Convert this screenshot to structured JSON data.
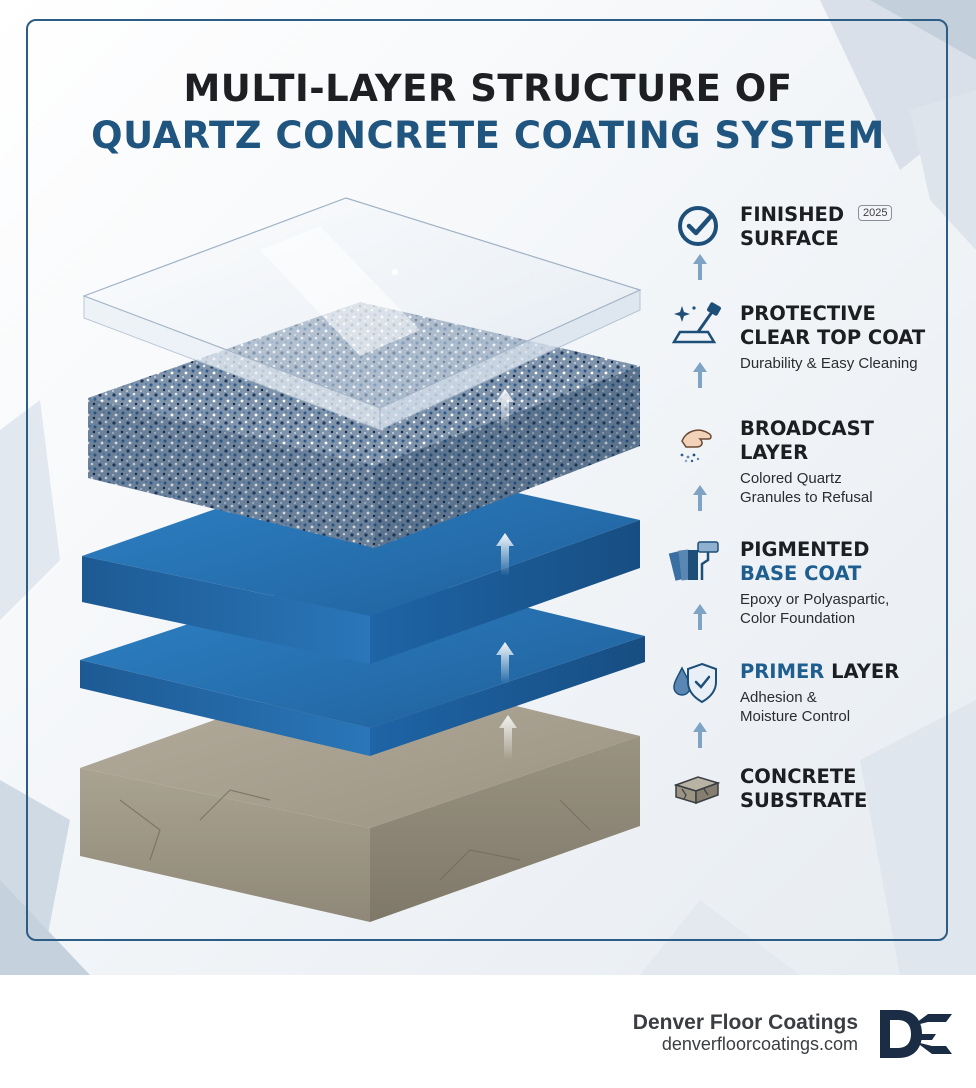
{
  "title": {
    "line1": "MULTI-LAYER STRUCTURE OF",
    "line2": "QUARTZ CONCRETE COATING SYSTEM"
  },
  "colors": {
    "accent_blue": "#1f5f8f",
    "frame": "#2b5d86",
    "base_blue": "#2a74b8",
    "concrete": "#a59c8a"
  },
  "layers": [
    {
      "id": "finished",
      "icon": "check-circle-icon",
      "label_l1": "FINISHED",
      "label_l2": "SURFACE",
      "desc_l1": "",
      "desc_l2": "",
      "badge": "2025"
    },
    {
      "id": "topcoat",
      "icon": "roller-sparkle-icon",
      "label_l1": "PROTECTIVE",
      "label_l2": "CLEAR TOP COAT",
      "desc_l1": "Durability & Easy Cleaning",
      "desc_l2": ""
    },
    {
      "id": "broadcast",
      "icon": "hand-scatter-icon",
      "label_l1": "BROADCAST",
      "label_l2": "LAYER",
      "desc_l1": "Colored Quartz",
      "desc_l2": "Granules to Refusal"
    },
    {
      "id": "basecoat",
      "icon": "paint-roller-swatch-icon",
      "label_l1": "PIGMENTED",
      "label_l2": "BASE COAT",
      "desc_l1": "Epoxy or Polyaspartic,",
      "desc_l2": "Color Foundation"
    },
    {
      "id": "primer",
      "icon": "shield-drop-icon",
      "label_l1": "PRIMER",
      "label_l1b": " LAYER",
      "desc_l1": "Adhesion &",
      "desc_l2": "Moisture Control"
    },
    {
      "id": "substrate",
      "icon": "cracked-slab-icon",
      "label_l1": "CONCRETE",
      "label_l2": "SUBSTRATE"
    }
  ],
  "footer": {
    "brand_name": "Denver Floor Coatings",
    "brand_url": "denverfloorcoatings.com",
    "logo_text": "DFC"
  }
}
